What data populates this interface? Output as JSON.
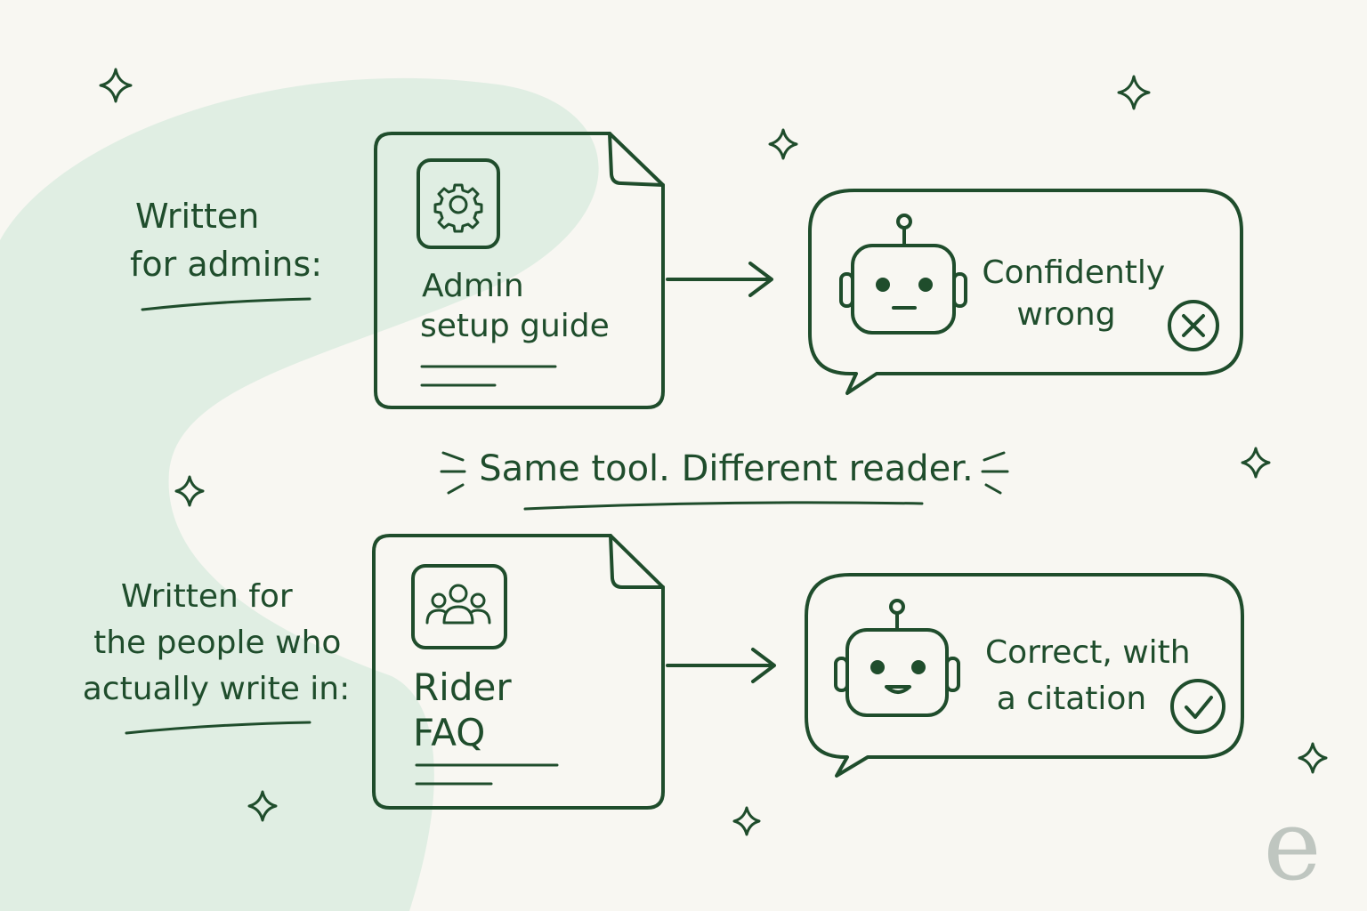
{
  "colors": {
    "ink": "#1f4d2c",
    "background": "#f8f7f2",
    "swoosh": "#dcece0",
    "watermark": "#bfc6c0"
  },
  "top_row": {
    "side_label_lines": [
      "Written",
      "for admins:"
    ],
    "document_icon": "gear-icon",
    "document_title_lines": [
      "Admin",
      "setup guide"
    ],
    "bot_face": "neutral",
    "response_lines": [
      "Confidently",
      "wrong"
    ],
    "status_icon": "x-circle-icon"
  },
  "middle": {
    "caption": "Same tool. Different reader."
  },
  "bottom_row": {
    "side_label_lines": [
      "Written for",
      "the people who",
      "actually write in:"
    ],
    "document_icon": "people-icon",
    "document_title_lines": [
      "Rider",
      "FAQ"
    ],
    "bot_face": "smiling",
    "response_lines": [
      "Correct, with",
      "a citation"
    ],
    "status_icon": "check-circle-icon"
  },
  "watermark": {
    "letter": "e"
  }
}
